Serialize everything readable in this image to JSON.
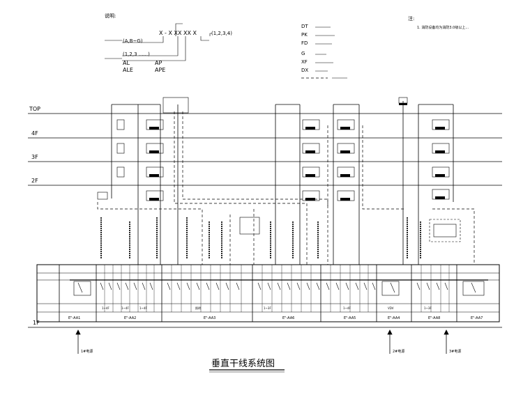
{
  "legend_left": {
    "heading": "说明:",
    "code_template": "X - X XX XX X",
    "label_tail": "(1,2,3,4)",
    "label_series": "(1,2,3 ......)",
    "label_letters": "(A,B~G)",
    "types": [
      "AL",
      "AP",
      "ALE",
      "APE"
    ]
  },
  "legend_mid": {
    "codes": [
      "DT",
      "PK",
      "FD",
      "G",
      "XF",
      "DX"
    ]
  },
  "notes": {
    "heading": "注:",
    "line1": "1.  消防设备均为消防3.0级以上..."
  },
  "floors": [
    "TOP",
    "4F",
    "3F",
    "2F",
    "1F"
  ],
  "panel_codes": [
    "E\"-AA1",
    "E\"-AA2",
    "E\"-AA3",
    "E\"-AA6",
    "E\"-AA5",
    "E\"-AA4",
    "E\"-AA8",
    "E\"-AA7"
  ],
  "panel_func": [
    "1~4F",
    "1~4F",
    "1~4F",
    "照明",
    "1~3F",
    "1~4F",
    "VDV",
    "1~3F"
  ],
  "incoming": [
    "1#电源",
    "2#电源",
    "3#电源"
  ],
  "title": "垂直干线系统图"
}
